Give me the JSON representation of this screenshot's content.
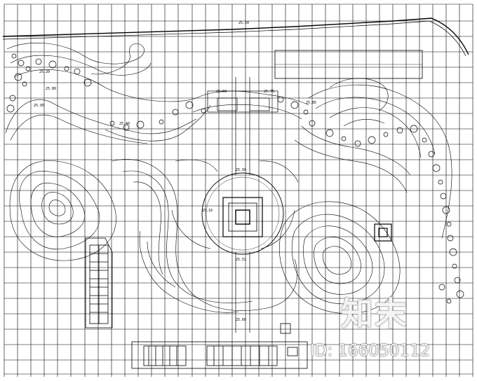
{
  "watermark": {
    "brand": "知末",
    "id_text": "ID: 166050112"
  },
  "labels": {
    "elev_main": "25.50",
    "elev_a": "25.95",
    "elev_b": "25.80",
    "elev_c": "25.20",
    "elev_d": "25.85",
    "elev_e": "25.10",
    "elev_f": "25.50",
    "elev_g": "25.52",
    "elev_h": "25.60",
    "elev_i": "25.75",
    "elev_j": "25.60",
    "elev_k": "25.40"
  },
  "colors": {
    "line": "#000000",
    "background": "#ffffff"
  }
}
